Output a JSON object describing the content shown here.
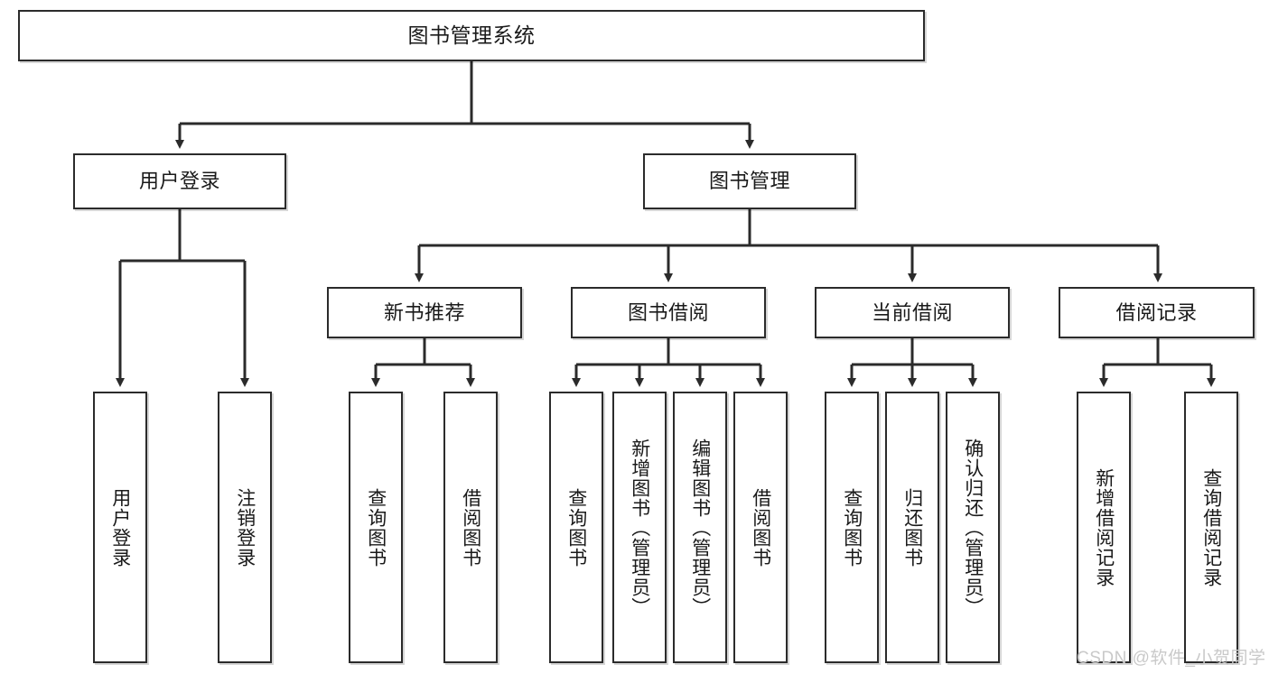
{
  "diagram": {
    "title": "图书管理系统",
    "type": "tree-hierarchy-diagram",
    "colors": {
      "box_border": "#2b2b2b",
      "box_fill": "#ffffff",
      "line": "#2b2b2b",
      "text": "#1a1a1a",
      "watermark": "#c9c9c9",
      "background": "#ffffff"
    },
    "root": {
      "label": "图书管理系统"
    },
    "level2": [
      {
        "label": "用户登录"
      },
      {
        "label": "图书管理"
      }
    ],
    "level3": [
      {
        "label": "新书推荐"
      },
      {
        "label": "图书借阅"
      },
      {
        "label": "当前借阅"
      },
      {
        "label": "借阅记录"
      }
    ],
    "leaves": {
      "user_login": [
        {
          "label": "用户登录"
        },
        {
          "label": "注销登录"
        }
      ],
      "new_book": [
        {
          "label": "查询图书"
        },
        {
          "label": "借阅图书"
        }
      ],
      "book_borrow": [
        {
          "label": "查询图书"
        },
        {
          "label": "新增图书（管理员）"
        },
        {
          "label": "编辑图书（管理员）"
        },
        {
          "label": "借阅图书"
        }
      ],
      "current_borrow": [
        {
          "label": "查询图书"
        },
        {
          "label": "归还图书"
        },
        {
          "label": "确认归还（管理员）"
        }
      ],
      "borrow_record": [
        {
          "label": "新增借阅记录"
        },
        {
          "label": "查询借阅记录"
        }
      ]
    },
    "watermark": "CSDN @软件_小贺同学"
  }
}
